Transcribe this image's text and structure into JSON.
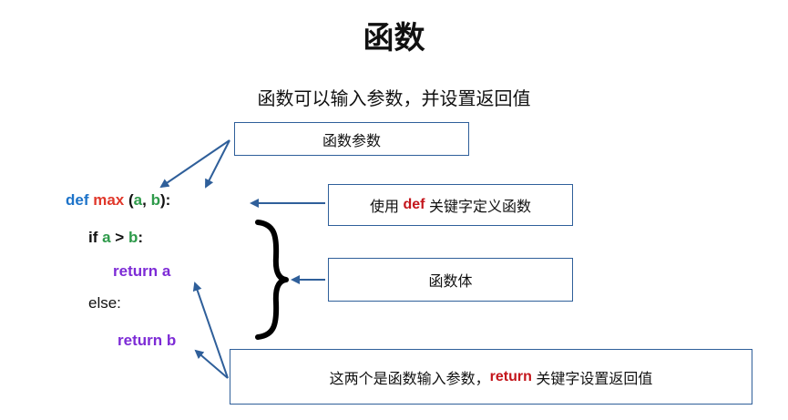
{
  "title": "函数",
  "subtitle": "函数可以输入参数，并设置返回值",
  "boxes": {
    "params": "函数参数",
    "def_prefix": "使用 ",
    "def_keyword": "def",
    "def_suffix": " 关键字定义函数",
    "body": "函数体",
    "return_prefix": "这两个是函数输入参数，",
    "return_keyword": "return",
    "return_suffix": " 关键字设置返回值"
  },
  "code": {
    "def_kw": "def",
    "func_name": "max",
    "open_paren": " (",
    "param_a": "a",
    "comma": ", ",
    "param_b": "b",
    "close": "):",
    "if_kw": "if ",
    "if_a": "a",
    "if_op": " > ",
    "if_b": "b",
    "if_colon": ":",
    "return_a": "return a",
    "else": "else:",
    "return_b": "return b"
  },
  "colors": {
    "keyword_def": "#1d73c9",
    "func_name": "#e0382b",
    "param": "#2e9a4a",
    "return": "#7d2bd6",
    "arrow": "#2f5f9a",
    "highlight_keyword": "#c4161c"
  }
}
